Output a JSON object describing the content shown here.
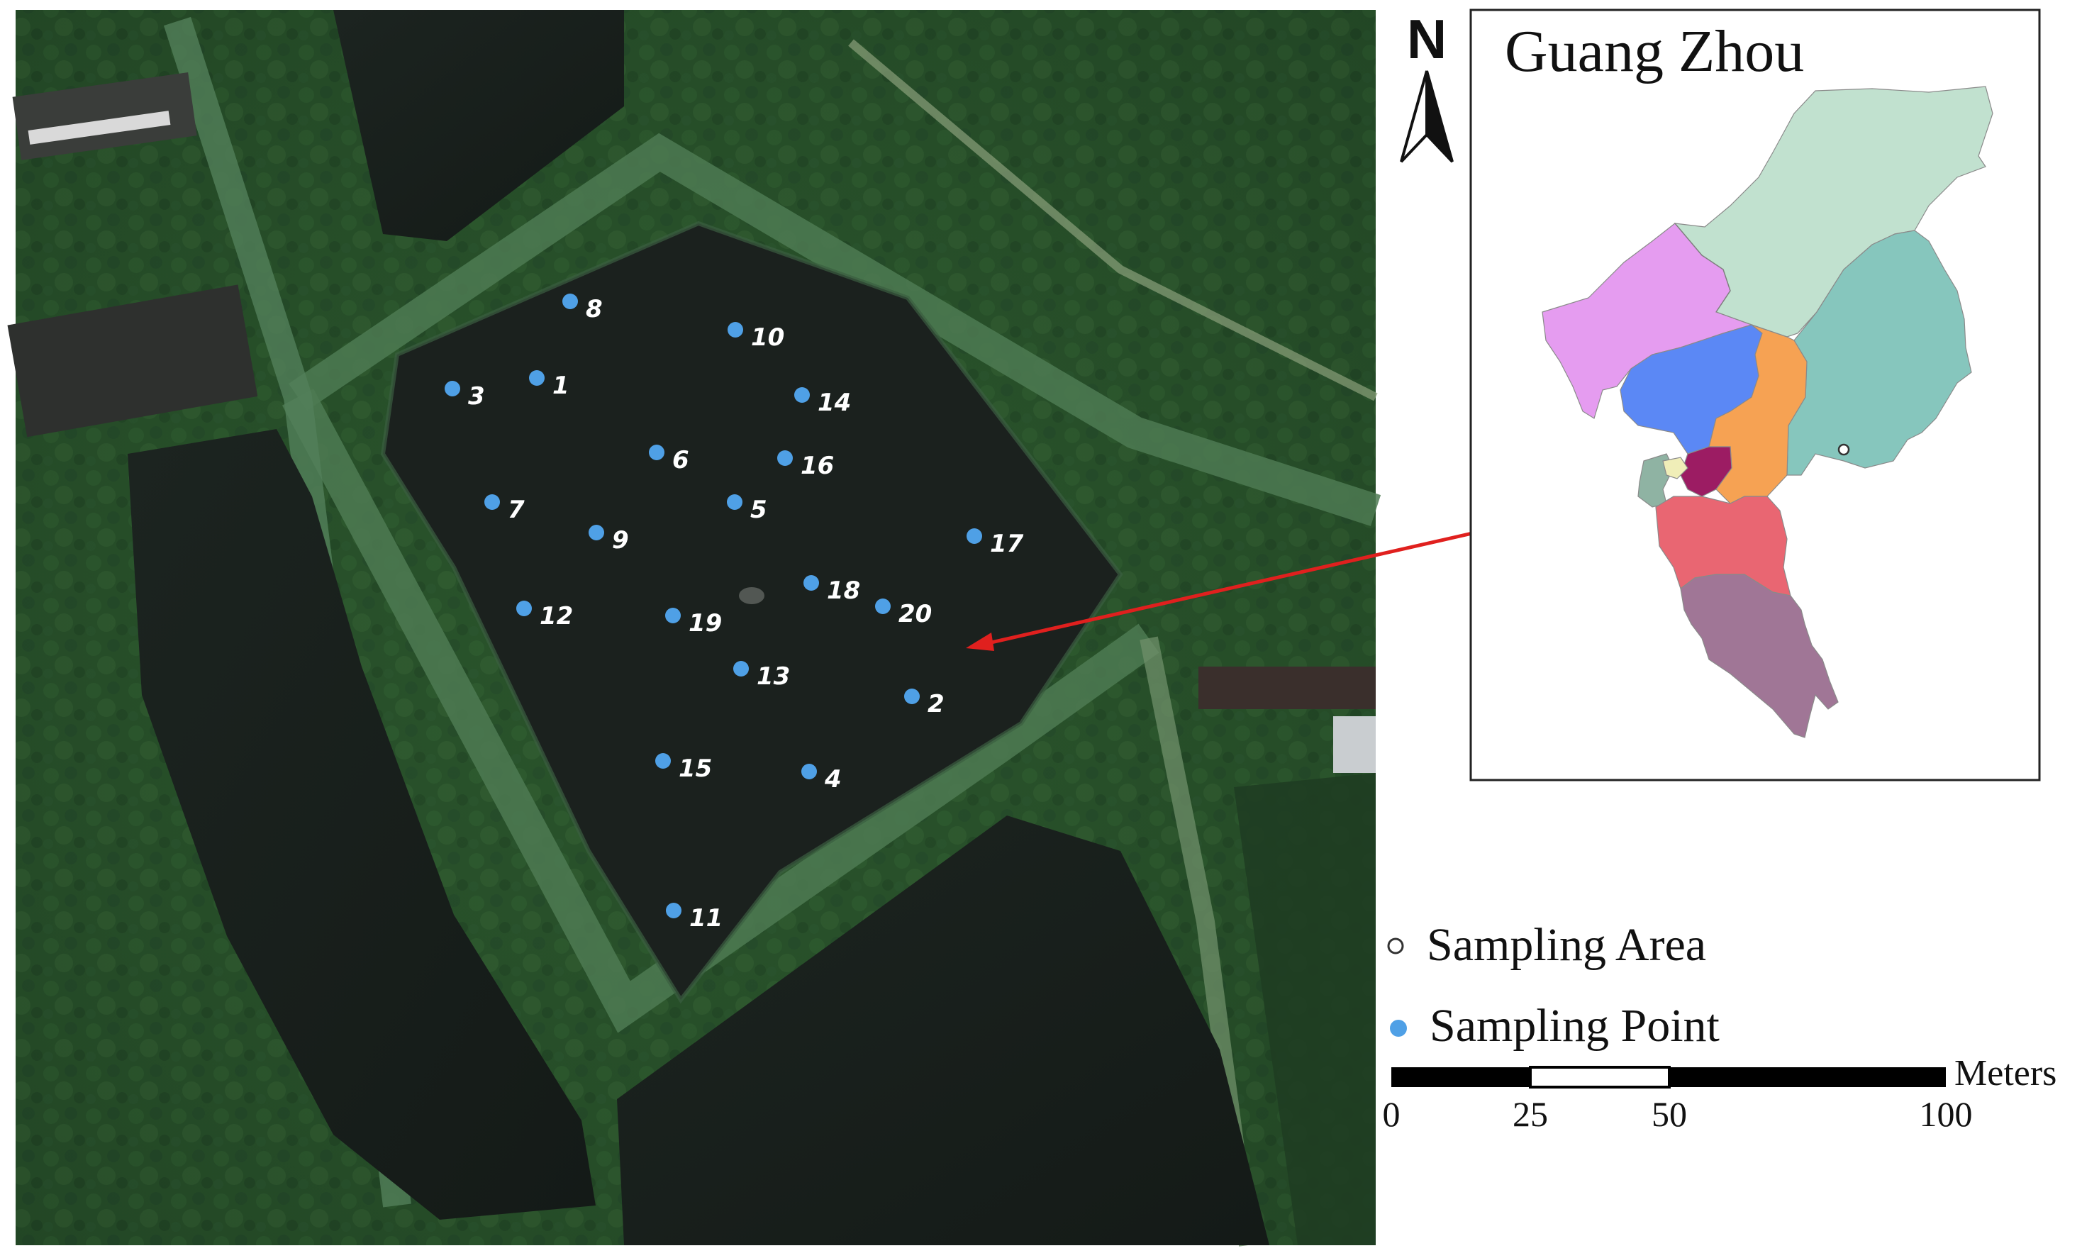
{
  "inset": {
    "title": "Guang Zhou",
    "north_label": "N",
    "districts": [
      {
        "name": "north-district",
        "color": "#c1e1cf"
      },
      {
        "name": "northeast-district",
        "color": "#86c6bd"
      },
      {
        "name": "west-district",
        "color": "#e59cf0"
      },
      {
        "name": "central-blue-district",
        "color": "#5b88f5"
      },
      {
        "name": "central-orange-district",
        "color": "#f6a253"
      },
      {
        "name": "center-maroon-district",
        "color": "#9c1c63"
      },
      {
        "name": "small-green-district",
        "color": "#8fb3a3"
      },
      {
        "name": "small-yellow-district",
        "color": "#f0eeb8"
      },
      {
        "name": "south-red-district",
        "color": "#e96672"
      },
      {
        "name": "far-south-purple-district",
        "color": "#a07696"
      }
    ]
  },
  "legend": {
    "sampling_area": "Sampling Area",
    "sampling_point": "Sampling Point",
    "point_color": "#4fa0e6"
  },
  "scale_bar": {
    "unit": "Meters",
    "ticks": [
      "0",
      "25",
      "50",
      "100"
    ]
  },
  "sampling_points": [
    {
      "id": "1"
    },
    {
      "id": "2"
    },
    {
      "id": "3"
    },
    {
      "id": "4"
    },
    {
      "id": "5"
    },
    {
      "id": "6"
    },
    {
      "id": "7"
    },
    {
      "id": "8"
    },
    {
      "id": "9"
    },
    {
      "id": "10"
    },
    {
      "id": "11"
    },
    {
      "id": "12"
    },
    {
      "id": "13"
    },
    {
      "id": "14"
    },
    {
      "id": "15"
    },
    {
      "id": "16"
    },
    {
      "id": "17"
    },
    {
      "id": "18"
    },
    {
      "id": "19"
    },
    {
      "id": "20"
    }
  ],
  "arrow_color": "#e0201e"
}
